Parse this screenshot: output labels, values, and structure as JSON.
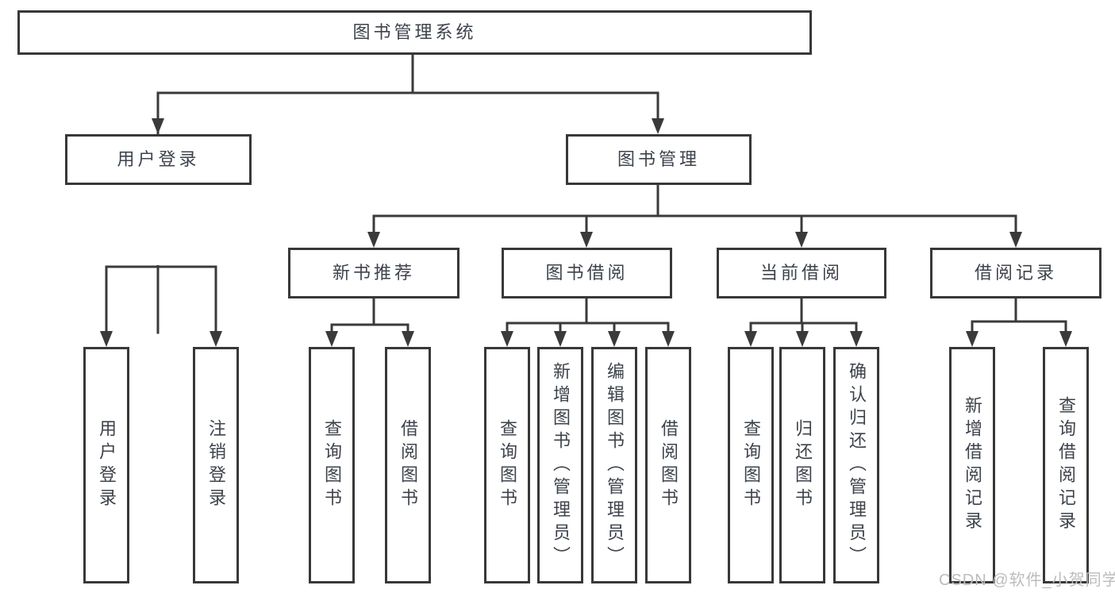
{
  "watermark": {
    "text": "CSDN @软件_小贺同学"
  },
  "colors": {
    "line": "#3a3a3a",
    "box_border": "#383838",
    "text": "#3d434b",
    "watermark": "#bcbcbc",
    "background": "#ffffff"
  },
  "tree": {
    "label": "图书管理系统",
    "children": [
      {
        "label": "用户登录",
        "children": [
          {
            "label": "用户登录"
          },
          {
            "label": "注销登录"
          }
        ]
      },
      {
        "label": "图书管理",
        "children": [
          {
            "label": "新书推荐",
            "children": [
              {
                "label": "查询图书"
              },
              {
                "label": "借阅图书"
              }
            ]
          },
          {
            "label": "图书借阅",
            "children": [
              {
                "label": "查询图书"
              },
              {
                "label": "新增图书（管理员）"
              },
              {
                "label": "编辑图书（管理员）"
              },
              {
                "label": "借阅图书"
              }
            ]
          },
          {
            "label": "当前借阅",
            "children": [
              {
                "label": "查询图书"
              },
              {
                "label": "归还图书"
              },
              {
                "label": "确认归还（管理员）"
              }
            ]
          },
          {
            "label": "借阅记录",
            "children": [
              {
                "label": "新增借阅记录"
              },
              {
                "label": "查询借阅记录"
              }
            ]
          }
        ]
      }
    ]
  }
}
